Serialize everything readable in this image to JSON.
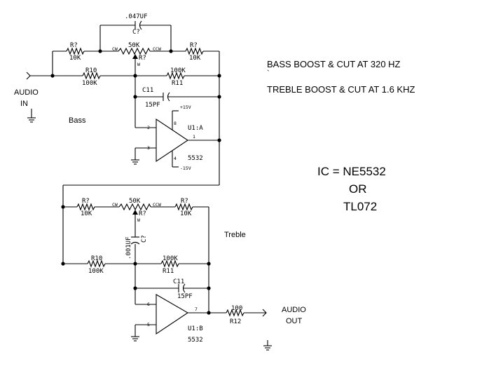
{
  "notes": {
    "bass": "BASS BOOST & CUT AT  320 HZ",
    "tick": "`",
    "treble": "TREBLE BOOST & CUT AT  1.6 KHZ",
    "ic_line1": "IC = NE5532",
    "ic_line2": "OR",
    "ic_line3": "TL072"
  },
  "io": {
    "audio_in_1": "AUDIO",
    "audio_in_2": "IN",
    "audio_out_1": "AUDIO",
    "audio_out_2": "OUT"
  },
  "bass_stage": {
    "section": "Bass",
    "cap_value": ".047UF",
    "cap_ref": "C?",
    "pot_value": "50K",
    "pot_ref": "R?",
    "pot_wiper": "W",
    "cw": "CW",
    "ccw": "CCW",
    "rleft_ref": "R?",
    "rleft_value": "10K",
    "rright_ref": "R?",
    "rright_value": "10K",
    "r10_ref": "R10",
    "r10_value": "100K",
    "r11_value": "100K",
    "r11_ref": "R11",
    "c11_ref": "C11",
    "c11_value": "15PF",
    "vpos": "+15V",
    "vneg": "-15V",
    "pin2": "2",
    "pin3": "3",
    "pin8": "8",
    "pin4": "4",
    "pin1": "1",
    "amp_ref": "U1:A",
    "amp_part": "5532"
  },
  "treble_stage": {
    "section": "Treble",
    "pot_value": "50K",
    "pot_ref": "R?",
    "pot_wiper": "W",
    "cw": "CW",
    "ccw": "CCW",
    "rleft_ref": "R?",
    "rleft_value": "10K",
    "rright_ref": "R?",
    "rright_value": "10K",
    "cap_value": ".001UF",
    "cap_ref": "C?",
    "r10_ref": "R10",
    "r10_value": "100K",
    "r11_value": "100K",
    "r11_ref": "R11",
    "c11_ref": "C11",
    "c11_value": "15PF",
    "pin6": "6",
    "pin5": "5",
    "pin7": "7",
    "amp_ref": "U1:B",
    "amp_part": "5532",
    "r12_value": "100",
    "r12_ref": "R12"
  }
}
